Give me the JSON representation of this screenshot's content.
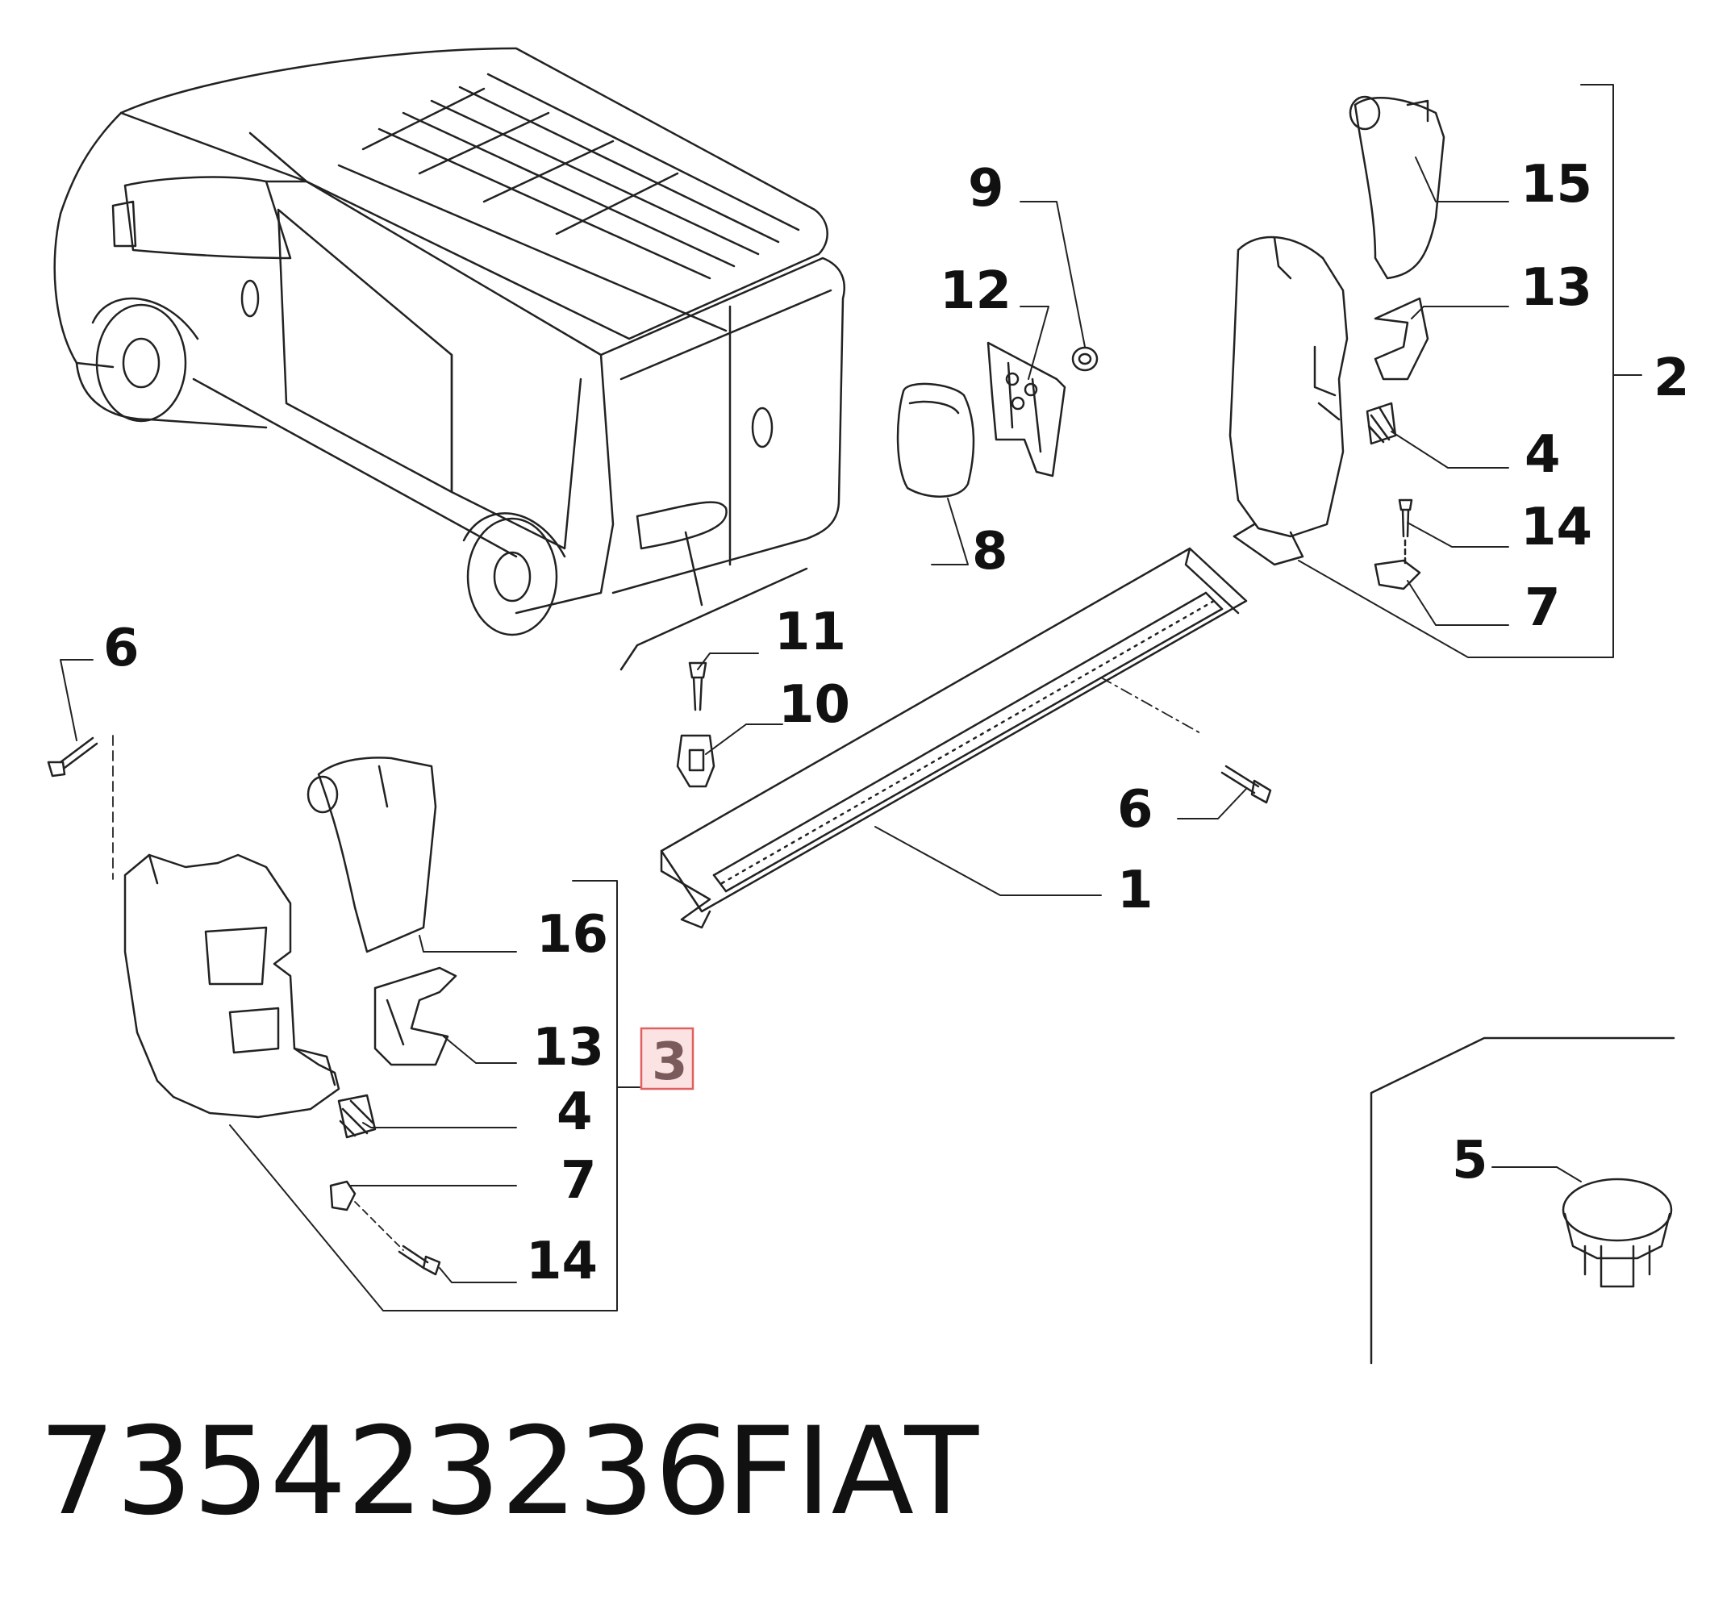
{
  "callouts": {
    "c1": "1",
    "c2": "2",
    "c3": "3",
    "c4_right": "4",
    "c4_left": "4",
    "c5": "5",
    "c6_left": "6",
    "c6_right": "6",
    "c7_right": "7",
    "c7_left": "7",
    "c8": "8",
    "c9": "9",
    "c10": "10",
    "c11": "11",
    "c12": "12",
    "c13_right": "13",
    "c13_left": "13",
    "c14_right": "14",
    "c14_left": "14",
    "c15": "15",
    "c16": "16"
  },
  "highlight": {
    "callout": "3",
    "border_color": "#e06060",
    "fill_color": "#fbe3e3"
  },
  "footer": {
    "part_number": "735423236",
    "brand": "FIAT"
  }
}
